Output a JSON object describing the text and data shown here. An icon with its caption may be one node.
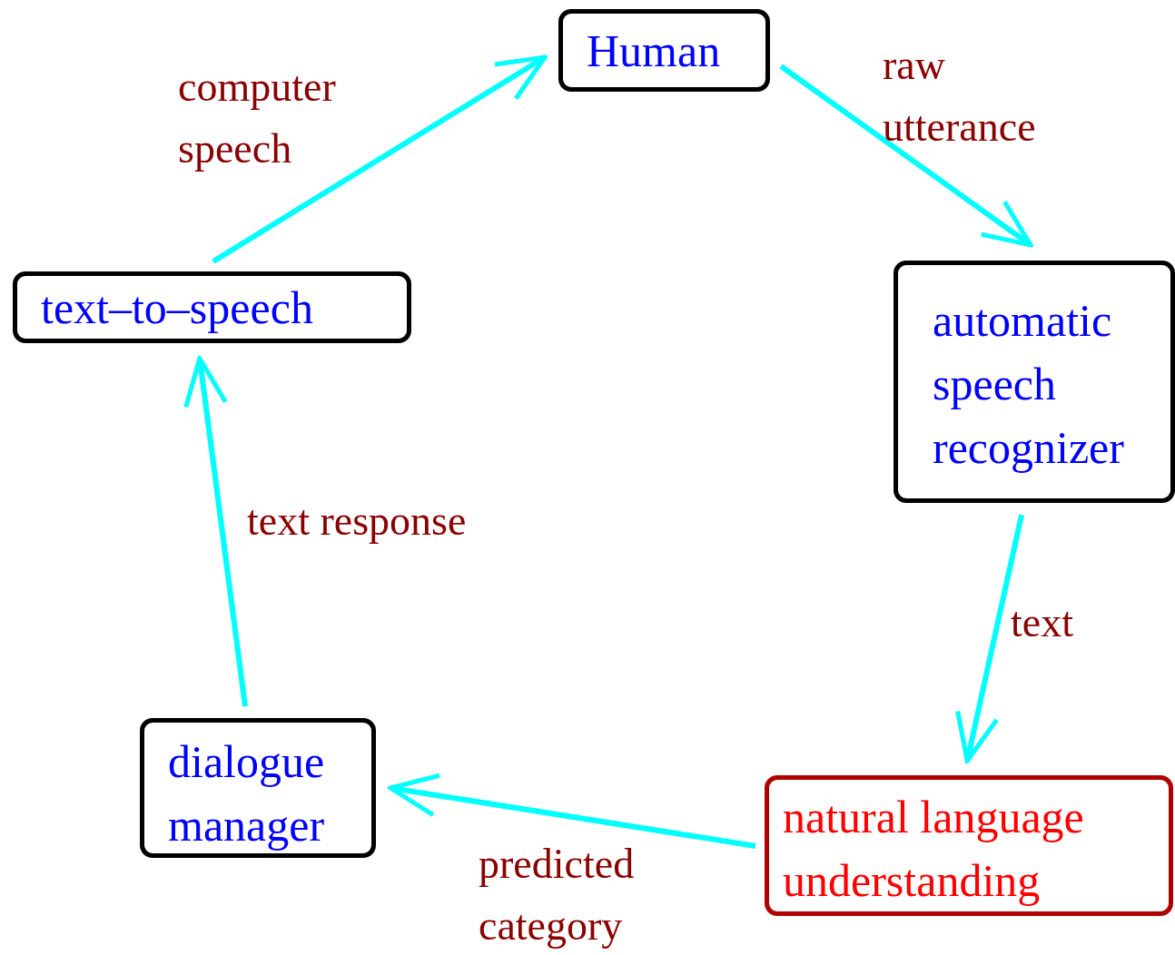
{
  "diagram": {
    "nodes": [
      {
        "text": [
          "Human"
        ]
      },
      {
        "text": [
          "automatic speech recognizer"
        ]
      },
      {
        "text": [
          "natural language understanding"
        ]
      },
      {
        "text": [
          "dialogue manager"
        ]
      },
      {
        "text": [
          "text–to–speech"
        ]
      }
    ],
    "edges": [
      {
        "from": 0,
        "to": 1,
        "arrow": "to",
        "label": "raw utterance"
      },
      {
        "from": 1,
        "to": 2,
        "arrow": "to",
        "label": "text"
      },
      {
        "from": 2,
        "to": 3,
        "arrow": "to",
        "label": "predicted category"
      },
      {
        "from": 3,
        "to": 4,
        "arrow": "to",
        "label": "text response"
      },
      {
        "from": 4,
        "to": 0,
        "arrow": "to",
        "label": "computer speech"
      }
    ]
  }
}
